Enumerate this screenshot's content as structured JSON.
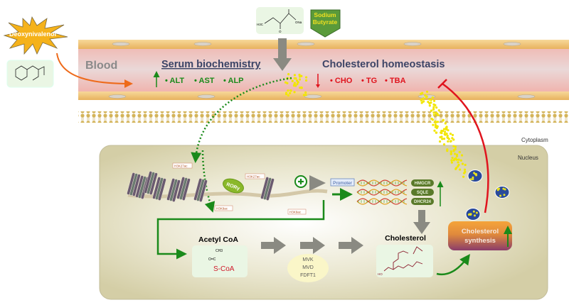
{
  "toxin": {
    "name": "Deoxynivalenol"
  },
  "treatment": {
    "name_line1": "Sodium",
    "name_line2": "Butyrate",
    "formula_h3c": "H3C",
    "formula_ona": "ONa",
    "formula_o": "O"
  },
  "blood": {
    "label": "Blood",
    "serum": {
      "title": "Serum biochemistry",
      "items": [
        "ALT",
        "AST",
        "ALP"
      ],
      "direction": "up"
    },
    "cholesterol": {
      "title": "Cholesterol homeostasis",
      "items": [
        "CHO",
        "TG",
        "TBA"
      ],
      "direction": "down"
    }
  },
  "cytoplasm_label": "Cytoplasm",
  "nucleus": {
    "label": "Nucleus",
    "marks": [
      "H3K27ac",
      "H3K9ac",
      "H3K27ac",
      "H3K9ac"
    ],
    "factor": "RORγ",
    "promoter": "Promoter",
    "genes": [
      "HMGCR",
      "SQLE",
      "DHCR24"
    ],
    "acetyl": {
      "title": "Acetyl CoA",
      "ch3": "CH3",
      "o": "O=C",
      "sc": "S-CoA"
    },
    "enzymes": [
      "MVK",
      "MVD",
      "FDFT1"
    ],
    "cholesterol_title": "Cholesterol",
    "ho": "HO",
    "synthesis_line1": "Cholesterol",
    "synthesis_line2": "synthesis"
  },
  "colors": {
    "green": "#1a8a1a",
    "red": "#e0141e",
    "orange": "#ee6a1a",
    "yellow": "#f2e600",
    "nucleus": "#d8d3ae",
    "title": "#3c4466"
  }
}
